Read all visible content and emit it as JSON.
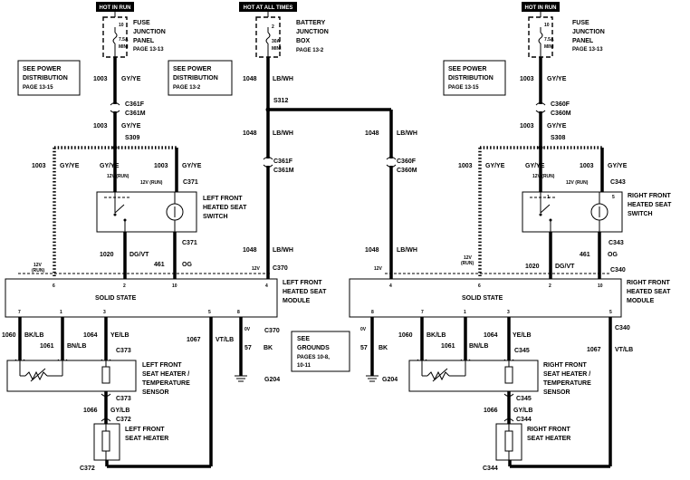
{
  "power": {
    "hot_in_run": "HOT IN RUN",
    "hot_at_all_times": "HOT AT ALL TIMES"
  },
  "fuses": {
    "left": {
      "num": "10",
      "rating": "7.5A",
      "type": "MINI"
    },
    "center": {
      "num": "2",
      "rating": "30A",
      "type": "MINI"
    },
    "right": {
      "num": "10",
      "rating": "7.5A",
      "type": "MINI"
    }
  },
  "labels": {
    "fjp_l1": "FUSE",
    "fjp_l2": "JUNCTION",
    "fjp_l3": "PANEL",
    "fjp_page_l": "PAGE 13-13",
    "bjb_l1": "BATTERY",
    "bjb_l2": "JUNCTION",
    "bjb_l3": "BOX",
    "bjb_page": "PAGE 13-2",
    "fjp_r1": "FUSE",
    "fjp_r2": "JUNCTION",
    "fjp_r3": "PANEL",
    "fjp_page_r": "PAGE 13-13",
    "see_power_a1": "SEE POWER",
    "see_power_a2": "DISTRIBUTION",
    "see_power_a3": "PAGE 13-15",
    "see_power_b1": "SEE POWER",
    "see_power_b2": "DISTRIBUTION",
    "see_power_b3": "PAGE 13-2",
    "see_power_c1": "SEE POWER",
    "see_power_c2": "DISTRIBUTION",
    "see_power_c3": "PAGE 13-15",
    "see_grounds1": "SEE",
    "see_grounds2": "GROUNDS",
    "see_grounds3": "PAGES 10-8,",
    "see_grounds4": "10-11",
    "solid_state": "SOLID STATE",
    "lf_switch1": "LEFT FRONT",
    "lf_switch2": "HEATED SEAT",
    "lf_switch3": "SWITCH",
    "rf_switch1": "RIGHT FRONT",
    "rf_switch2": "HEATED SEAT",
    "rf_switch3": "SWITCH",
    "lf_module1": "LEFT FRONT",
    "lf_module2": "HEATED SEAT",
    "lf_module3": "MODULE",
    "rf_module1": "RIGHT FRONT",
    "rf_module2": "HEATED SEAT",
    "rf_module3": "MODULE",
    "lf_sensor1": "LEFT FRONT",
    "lf_sensor2": "SEAT HEATER /",
    "lf_sensor3": "TEMPERATURE",
    "lf_sensor4": "SENSOR",
    "rf_sensor1": "RIGHT FRONT",
    "rf_sensor2": "SEAT HEATER /",
    "rf_sensor3": "TEMPERATURE",
    "rf_sensor4": "SENSOR",
    "lf_heater1": "LEFT FRONT",
    "lf_heater2": "SEAT HEATER",
    "rf_heater1": "RIGHT FRONT",
    "rf_heater2": "SEAT HEATER",
    "v12_run": "12V (RUN)",
    "v12": "12V",
    "run": "(RUN)",
    "zero_v": "0V"
  },
  "connectors": {
    "c361f": "C361F",
    "c361m": "C361M",
    "c360f": "C360F",
    "c360m": "C360M",
    "s309": "S309",
    "s312": "S312",
    "s308": "S308",
    "c371": "C371",
    "c370": "C370",
    "c343": "C343",
    "c340": "C340",
    "c373": "C373",
    "c372": "C372",
    "c345": "C345",
    "c344": "C344",
    "g204": "G204"
  },
  "circuits": {
    "c1003": "1003",
    "c1048": "1048",
    "c1020": "1020",
    "c461": "461",
    "c1060": "1060",
    "c1061": "1061",
    "c1064": "1064",
    "c1067": "1067",
    "c1066": "1066",
    "c57": "57"
  },
  "colors": {
    "gy_ye": "GY/YE",
    "lb_wh": "LB/WH",
    "dg_vt": "DG/VT",
    "og": "OG",
    "bk_lb": "BK/LB",
    "bn_lb": "BN/LB",
    "ye_lb": "YE/LB",
    "vt_lb": "VT/LB",
    "bk": "BK"
  },
  "pins": {
    "p1": "1",
    "p2": "2",
    "p3": "3",
    "p4": "4",
    "p5": "5",
    "p6": "6",
    "p7": "7",
    "p8": "8",
    "p10": "10"
  }
}
